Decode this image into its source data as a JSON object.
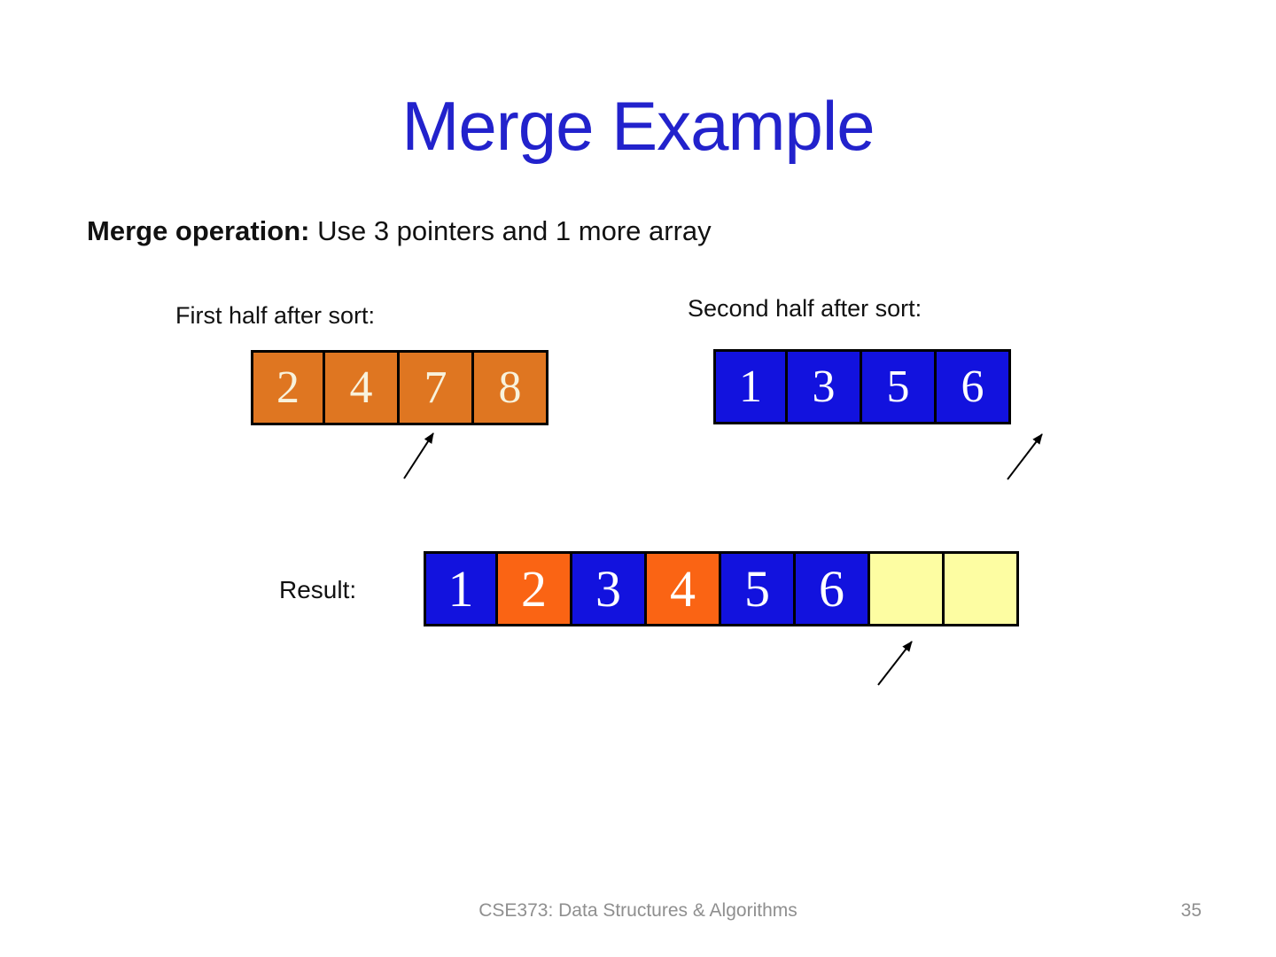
{
  "slide": {
    "title": "Merge Example",
    "subtitle_bold": "Merge operation:",
    "subtitle_rest": " Use 3 pointers and 1 more array",
    "footer": "CSE373: Data Structures & Algorithms",
    "page_number": "35"
  },
  "arrays": {
    "first": {
      "label": "First half after sort:",
      "cells": [
        {
          "value": "2",
          "color": "array_orange",
          "text": "cream_text"
        },
        {
          "value": "4",
          "color": "array_orange",
          "text": "cream_text"
        },
        {
          "value": "7",
          "color": "array_orange",
          "text": "cream_text"
        },
        {
          "value": "8",
          "color": "array_orange",
          "text": "cream_text"
        }
      ]
    },
    "second": {
      "label": "Second half after sort:",
      "cells": [
        {
          "value": "1",
          "color": "array_blue",
          "text": "white_text"
        },
        {
          "value": "3",
          "color": "array_blue",
          "text": "white_text"
        },
        {
          "value": "5",
          "color": "array_blue",
          "text": "white_text"
        },
        {
          "value": "6",
          "color": "array_blue",
          "text": "white_text"
        }
      ]
    },
    "result": {
      "label": "Result:",
      "cells": [
        {
          "value": "1",
          "color": "array_blue",
          "text": "white_text"
        },
        {
          "value": "2",
          "color": "bright_orange",
          "text": "white_text"
        },
        {
          "value": "3",
          "color": "array_blue",
          "text": "white_text"
        },
        {
          "value": "4",
          "color": "bright_orange",
          "text": "white_text"
        },
        {
          "value": "5",
          "color": "array_blue",
          "text": "white_text"
        },
        {
          "value": "6",
          "color": "array_blue",
          "text": "white_text"
        },
        {
          "value": "",
          "color": "pale_yellow",
          "text": "white_text"
        },
        {
          "value": "",
          "color": "pale_yellow",
          "text": "white_text"
        }
      ]
    }
  },
  "icons": {
    "first_pointer": "up-right-arrow",
    "second_pointer": "up-right-arrow",
    "result_pointer": "up-right-arrow"
  },
  "colors": {
    "title_blue": "#2222CC",
    "array_orange": "#DF7621",
    "bright_orange": "#FA6414",
    "array_blue": "#1212DE",
    "pale_yellow": "#FDFDA2",
    "cream_text": "#F8F2DC",
    "white_text": "#FFFFFF",
    "footer_gray": "#8F8F8F",
    "arrow_black": "#000000"
  }
}
